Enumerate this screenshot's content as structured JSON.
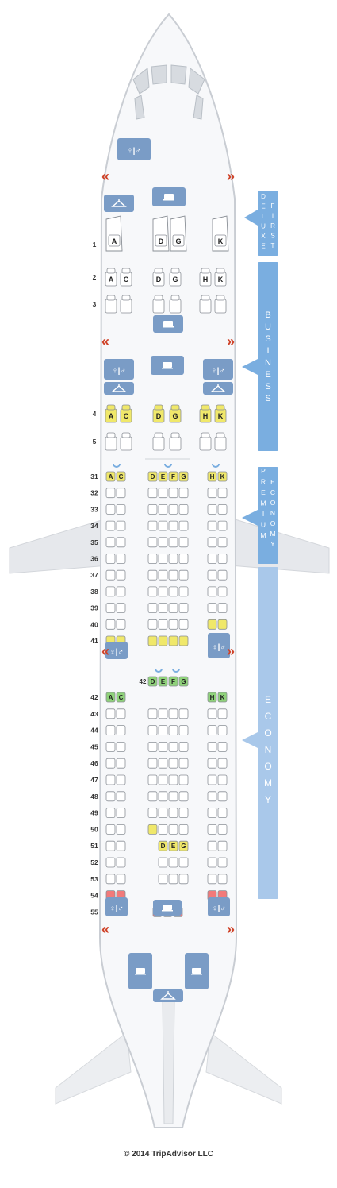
{
  "footer": "© 2014 TripAdvisor LLC",
  "colors": {
    "fuselage_stroke": "#c9cdd3",
    "fuselage_fill": "#f7f8fa",
    "icon_blue": "#7a9cc6",
    "band_blue": "#7aaee0",
    "band_light": "#a9c8ea",
    "chevron": "#d0442a",
    "seat_white": "#ffffff",
    "seat_yellow": "#f0e86a",
    "seat_green": "#8fd27a",
    "seat_red": "#f27a7a",
    "seat_stroke": "#8a8f96"
  },
  "cabins": [
    {
      "name": "first",
      "label": "DELUXE FIRST",
      "letters": [
        "D",
        "E",
        "L",
        "U",
        "X",
        "E",
        " ",
        "F",
        "I",
        "R",
        "S",
        "T"
      ]
    },
    {
      "name": "business",
      "label": "BUSINESS",
      "letters": [
        "B",
        "U",
        "S",
        "I",
        "N",
        "E",
        "S",
        "S"
      ]
    },
    {
      "name": "premium",
      "label": "PREMIUM ECONOMY",
      "letters": [
        "P",
        "R",
        "E",
        "M",
        "I",
        "U",
        "M",
        " ",
        "E",
        "C",
        "O",
        "N",
        "O",
        "M",
        "Y"
      ]
    },
    {
      "name": "economy",
      "label": "ECONOMY",
      "letters": [
        "E",
        "C",
        "O",
        "N",
        "O",
        "M",
        "Y"
      ]
    }
  ],
  "first_rows": [
    {
      "row": "1",
      "seats": [
        {
          "l": "A"
        },
        {
          "l": "D"
        },
        {
          "l": "G"
        },
        {
          "l": "K"
        }
      ]
    }
  ],
  "business_rows": [
    {
      "row": "2",
      "seats": [
        {
          "l": "A"
        },
        {
          "l": "C"
        },
        {
          "l": "D"
        },
        {
          "l": "G"
        },
        {
          "l": "H"
        },
        {
          "l": "K"
        }
      ]
    },
    {
      "row": "3",
      "seats": [
        {
          "l": ""
        },
        {
          "l": ""
        },
        {
          "l": ""
        },
        {
          "l": ""
        },
        {
          "l": ""
        },
        {
          "l": ""
        }
      ]
    },
    {
      "row": "4",
      "color": "yellow",
      "seats": [
        {
          "l": "A"
        },
        {
          "l": "C"
        },
        {
          "l": "D"
        },
        {
          "l": "G"
        },
        {
          "l": "H"
        },
        {
          "l": "K"
        }
      ]
    },
    {
      "row": "5",
      "seats": [
        {
          "l": ""
        },
        {
          "l": ""
        },
        {
          "l": ""
        },
        {
          "l": ""
        },
        {
          "l": ""
        },
        {
          "l": ""
        }
      ]
    }
  ],
  "premium_rows": [
    {
      "row": "31",
      "left": [
        "A",
        "C"
      ],
      "mid": [
        "D",
        "E",
        "F",
        "G"
      ],
      "right": [
        "H",
        "K"
      ],
      "color": "yellow"
    },
    {
      "row": "32"
    },
    {
      "row": "33"
    },
    {
      "row": "34"
    },
    {
      "row": "35"
    },
    {
      "row": "36"
    },
    {
      "row": "37"
    },
    {
      "row": "38"
    },
    {
      "row": "39"
    },
    {
      "row": "40",
      "right_color": "yellow"
    },
    {
      "row": "41",
      "left_color": "yellow",
      "mid_color": "yellow",
      "no_right": true
    }
  ],
  "economy_rows": [
    {
      "row": "42",
      "left": [
        "A",
        "C"
      ],
      "mid": [
        "D",
        "E",
        "F",
        "G"
      ],
      "right": [
        "H",
        "K"
      ],
      "color": "green"
    },
    {
      "row": "43"
    },
    {
      "row": "44"
    },
    {
      "row": "45"
    },
    {
      "row": "46"
    },
    {
      "row": "47"
    },
    {
      "row": "48"
    },
    {
      "row": "49"
    },
    {
      "row": "50",
      "mid_color": "yellow_first"
    },
    {
      "row": "51",
      "mid_three": [
        "D",
        "E",
        "G"
      ],
      "mid_color": "yellow"
    },
    {
      "row": "52",
      "mid_three_blank": true
    },
    {
      "row": "53",
      "mid_three_blank": true
    },
    {
      "row": "54",
      "left_color": "red",
      "right_color": "red",
      "mid_none": true
    },
    {
      "row": "55",
      "mid_three_red": true
    }
  ]
}
